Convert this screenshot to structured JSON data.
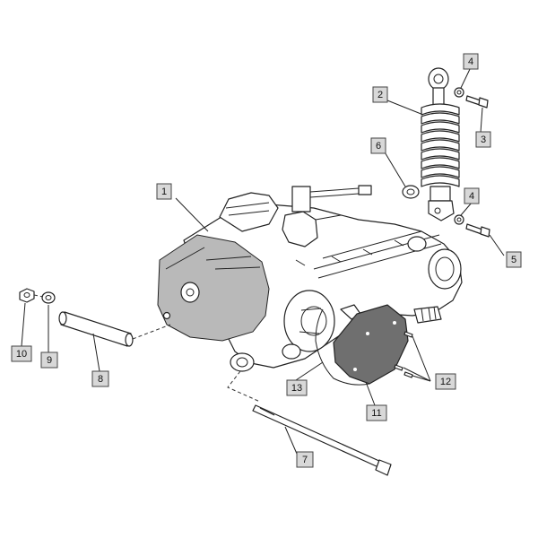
{
  "diagram": {
    "callouts": [
      {
        "id": "c1",
        "text": "1"
      },
      {
        "id": "c2",
        "text": "2"
      },
      {
        "id": "c3",
        "text": "3"
      },
      {
        "id": "c4a",
        "text": "4"
      },
      {
        "id": "c4b",
        "text": "4"
      },
      {
        "id": "c5",
        "text": "5"
      },
      {
        "id": "c6",
        "text": "6"
      },
      {
        "id": "c7",
        "text": "7"
      },
      {
        "id": "c8",
        "text": "8"
      },
      {
        "id": "c9",
        "text": "9"
      },
      {
        "id": "c10",
        "text": "10"
      },
      {
        "id": "c11",
        "text": "11"
      },
      {
        "id": "c12",
        "text": "12"
      },
      {
        "id": "c13",
        "text": "13"
      }
    ]
  },
  "colors": {
    "label_fill": "#d8d8d8",
    "line": "#222222",
    "gear_cover": "#6f6f6f",
    "engine_cover": "#b9b9b9"
  }
}
